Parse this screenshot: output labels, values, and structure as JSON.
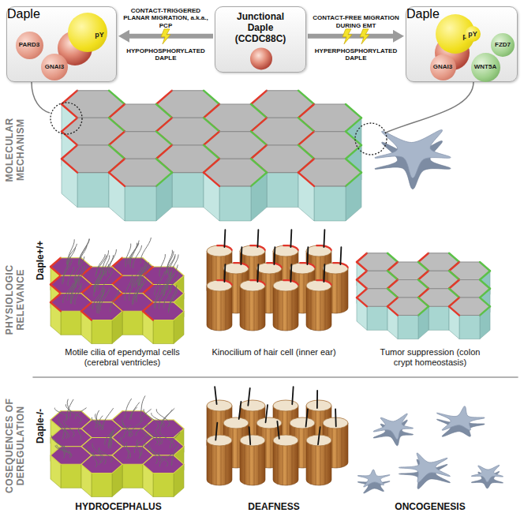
{
  "diagram": {
    "nodes": [
      {
        "text": [
          "Daple"
        ]
      },
      {
        "text": [
          "pY"
        ],
        "in": 0
      },
      {
        "text": [
          "PARD3"
        ],
        "in": 0
      },
      {
        "text": [
          "GNAI3"
        ],
        "in": 0
      },
      {
        "text": [
          "Junctional Daple (CCDC88C)"
        ]
      },
      {
        "text": [
          "Daple"
        ]
      },
      {
        "text": [
          "pY"
        ],
        "in": 5
      },
      {
        "text": [
          "pY"
        ],
        "in": 5
      },
      {
        "text": [
          "GNAI3"
        ],
        "in": 5
      },
      {
        "text": [
          "FZD7"
        ],
        "in": 5
      },
      {
        "text": [
          "WNT5A"
        ],
        "in": 5
      }
    ],
    "edges": [
      {
        "from": 4,
        "to": 0,
        "arrow": "to",
        "label": "CONTACT-TRIGGERED PLANAR MIGRATION, a.k.a., PCP"
      },
      {
        "from": 4,
        "to": 5,
        "arrow": "to",
        "label": "CONTACT-FREE MIGRATION DURING EMT"
      }
    ],
    "labels": [
      "HYPOPHOSPHORYLATED DAPLE",
      "HYPERPHOSPHORYLATED DAPLE",
      "MOLECULAR MECHANISM",
      "PHYSIOLOGIC RELEVANCE",
      "Daple+/+",
      "Motile cilia of ependymal cells (cerebral ventricles)",
      "Kinocilium of hair cell (inner ear)",
      "Tumor suppression (colon crypt homeostasis)",
      "COSEQUENCES OF DEREGULATION",
      "Daple-/-",
      "HYDROCEPHALUS",
      "DEAFNESS",
      "ONCOGENESIS"
    ]
  }
}
